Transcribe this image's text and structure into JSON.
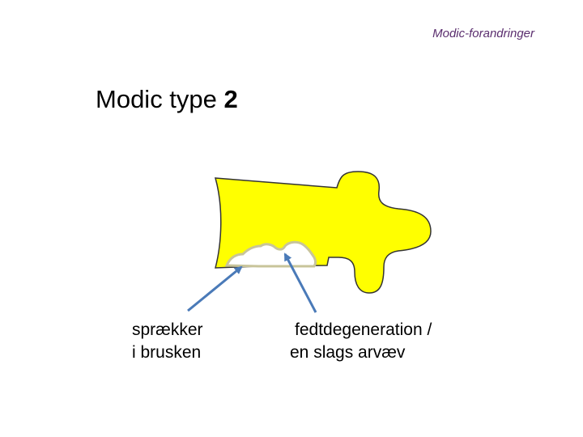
{
  "header": {
    "label": "Modic-forandringer"
  },
  "title": {
    "text": "Modic type",
    "number": "2"
  },
  "labels": {
    "cracks": {
      "line1": "sprækker",
      "line2": "i brusken"
    },
    "fat": {
      "line1": "fedtdegeneration /",
      "line2": "en slags arvæv"
    }
  },
  "colors": {
    "vertebra_fill": "#ffff00",
    "vertebra_stroke": "#333333",
    "lesion_fill": "#ffffff",
    "lesion_stroke": "#c8c49a",
    "arrow": "#4a7ab8",
    "header_text": "#5a2d6e"
  }
}
